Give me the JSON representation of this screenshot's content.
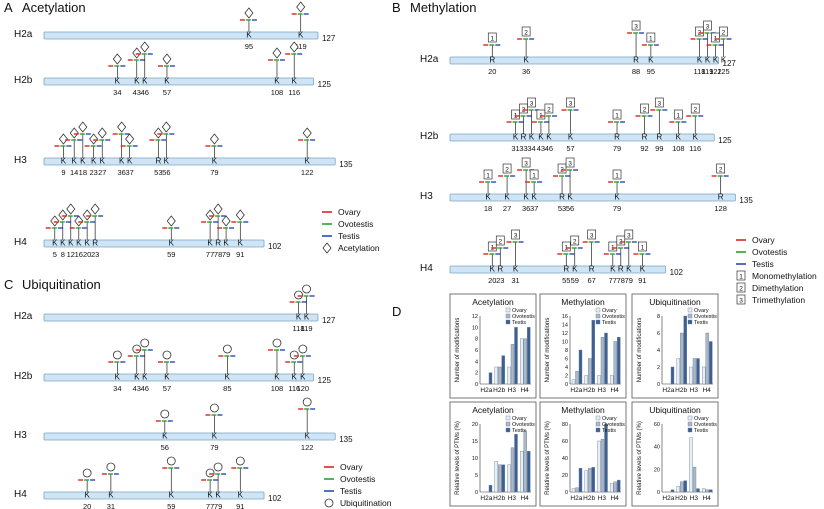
{
  "colors": {
    "ovary": "#d62728",
    "ovotestis": "#2ca02c",
    "testis": "#2b4bb0",
    "bar": "#cfe4f4",
    "bar_edge": "#7aa7c7",
    "chart_ovary": "#e8eef5",
    "chart_ovotestis": "#aab8c8",
    "chart_testis": "#3d5f93"
  },
  "panelA": {
    "letter": "A",
    "title": "Acetylation",
    "tracks": [
      {
        "name": "H2a",
        "end": "127",
        "sites": [
          {
            "aa": "K",
            "pos": "95"
          },
          {
            "aa": "K",
            "pos": "119"
          }
        ]
      },
      {
        "name": "H2b",
        "end": "125",
        "sites": [
          {
            "aa": "K",
            "pos": "34"
          },
          {
            "aa": "K",
            "pos": "43"
          },
          {
            "aa": "K",
            "pos": "46"
          },
          {
            "aa": "K",
            "pos": "57"
          },
          {
            "aa": "K",
            "pos": "108"
          },
          {
            "aa": "K",
            "pos": "116"
          }
        ]
      },
      {
        "name": "H3",
        "end": "135",
        "sites": [
          {
            "aa": "K",
            "pos": "9"
          },
          {
            "aa": "K",
            "pos": "14"
          },
          {
            "aa": "K",
            "pos": "18"
          },
          {
            "aa": "K",
            "pos": "23"
          },
          {
            "aa": "K",
            "pos": "27"
          },
          {
            "aa": "K",
            "pos": "36"
          },
          {
            "aa": "K",
            "pos": "37"
          },
          {
            "aa": "R",
            "pos": "53"
          },
          {
            "aa": "K",
            "pos": "56"
          },
          {
            "aa": "K",
            "pos": "79"
          },
          {
            "aa": "K",
            "pos": "122"
          }
        ]
      },
      {
        "name": "H4",
        "end": "102",
        "sites": [
          {
            "aa": "K",
            "pos": "5"
          },
          {
            "aa": "K",
            "pos": "8"
          },
          {
            "aa": "K",
            "pos": "12"
          },
          {
            "aa": "K",
            "pos": "16"
          },
          {
            "aa": "K",
            "pos": "20"
          },
          {
            "aa": "R",
            "pos": "23"
          },
          {
            "aa": "K",
            "pos": "59"
          },
          {
            "aa": "K",
            "pos": "77"
          },
          {
            "aa": "R",
            "pos": "78"
          },
          {
            "aa": "K",
            "pos": "79"
          },
          {
            "aa": "K",
            "pos": "91"
          }
        ]
      }
    ],
    "legend": [
      "Ovary",
      "Ovotestis",
      "Testis",
      "Acetylation"
    ]
  },
  "panelB": {
    "letter": "B",
    "title": "Methylation",
    "tracks": [
      {
        "name": "H2a",
        "end": "127",
        "sites": [
          {
            "aa": "R",
            "pos": "20"
          },
          {
            "aa": "K",
            "pos": "36"
          },
          {
            "aa": "R",
            "pos": "88"
          },
          {
            "aa": "K",
            "pos": "95"
          },
          {
            "aa": "K",
            "pos": "118"
          },
          {
            "aa": "K",
            "pos": "119"
          },
          {
            "aa": "K",
            "pos": "122"
          },
          {
            "aa": "K",
            "pos": "125"
          }
        ]
      },
      {
        "name": "H2b",
        "end": "125",
        "sites": [
          {
            "aa": "K",
            "pos": "31"
          },
          {
            "aa": "R",
            "pos": "33"
          },
          {
            "aa": "K",
            "pos": "34"
          },
          {
            "aa": "K",
            "pos": "43"
          },
          {
            "aa": "K",
            "pos": "46"
          },
          {
            "aa": "K",
            "pos": "57"
          },
          {
            "aa": "R",
            "pos": "79"
          },
          {
            "aa": "R",
            "pos": "92"
          },
          {
            "aa": "R",
            "pos": "99"
          },
          {
            "aa": "K",
            "pos": "108"
          },
          {
            "aa": "K",
            "pos": "116"
          }
        ]
      },
      {
        "name": "H3",
        "end": "135",
        "sites": [
          {
            "aa": "K",
            "pos": "18"
          },
          {
            "aa": "K",
            "pos": "27"
          },
          {
            "aa": "K",
            "pos": "36"
          },
          {
            "aa": "K",
            "pos": "37"
          },
          {
            "aa": "R",
            "pos": "53"
          },
          {
            "aa": "K",
            "pos": "56"
          },
          {
            "aa": "K",
            "pos": "79"
          },
          {
            "aa": "R",
            "pos": "128"
          }
        ]
      },
      {
        "name": "H4",
        "end": "102",
        "sites": [
          {
            "aa": "K",
            "pos": "20"
          },
          {
            "aa": "R",
            "pos": "23"
          },
          {
            "aa": "K",
            "pos": "31"
          },
          {
            "aa": "R",
            "pos": "55"
          },
          {
            "aa": "K",
            "pos": "59"
          },
          {
            "aa": "R",
            "pos": "67"
          },
          {
            "aa": "K",
            "pos": "77"
          },
          {
            "aa": "R",
            "pos": "78"
          },
          {
            "aa": "K",
            "pos": "79"
          },
          {
            "aa": "K",
            "pos": "91"
          }
        ]
      }
    ],
    "legend": [
      "Ovary",
      "Ovotestis",
      "Testis",
      "Monomethylation",
      "Dimethylation",
      "Trimethylation"
    ],
    "legend_marks": [
      "1",
      "2",
      "3"
    ]
  },
  "panelC": {
    "letter": "C",
    "title": "Ubiquitination",
    "tracks": [
      {
        "name": "H2a",
        "end": "127",
        "sites": [
          {
            "aa": "K",
            "pos": "118"
          },
          {
            "aa": "K",
            "pos": "119"
          }
        ]
      },
      {
        "name": "H2b",
        "end": "125",
        "sites": [
          {
            "aa": "K",
            "pos": "34"
          },
          {
            "aa": "K",
            "pos": "43"
          },
          {
            "aa": "K",
            "pos": "46"
          },
          {
            "aa": "K",
            "pos": "57"
          },
          {
            "aa": "K",
            "pos": "85"
          },
          {
            "aa": "K",
            "pos": "108"
          },
          {
            "aa": "K",
            "pos": "116"
          },
          {
            "aa": "K",
            "pos": "120"
          }
        ]
      },
      {
        "name": "H3",
        "end": "135",
        "sites": [
          {
            "aa": "K",
            "pos": "56"
          },
          {
            "aa": "K",
            "pos": "79"
          },
          {
            "aa": "K",
            "pos": "122"
          }
        ]
      },
      {
        "name": "H4",
        "end": "102",
        "sites": [
          {
            "aa": "K",
            "pos": "20"
          },
          {
            "aa": "K",
            "pos": "31"
          },
          {
            "aa": "K",
            "pos": "59"
          },
          {
            "aa": "K",
            "pos": "77"
          },
          {
            "aa": "K",
            "pos": "79"
          },
          {
            "aa": "K",
            "pos": "91"
          }
        ]
      }
    ],
    "legend": [
      "Ovary",
      "Ovotestis",
      "Testis",
      "Ubiquitination"
    ]
  },
  "panelD": {
    "letter": "D",
    "charts": [
      {
        "title": "Acetylation",
        "ylabel": "Number of modifications",
        "ymax": 12,
        "ticks": [
          "0",
          "2",
          "4",
          "6",
          "8",
          "10",
          "12"
        ],
        "categories": [
          "H2a",
          "H2b",
          "H3",
          "H4"
        ],
        "series": [
          {
            "name": "Ovary",
            "values": [
              0,
              3,
              3,
              8
            ]
          },
          {
            "name": "Ovotestis",
            "values": [
              0,
              3,
              7,
              8
            ]
          },
          {
            "name": "Testis",
            "values": [
              2,
              5,
              10,
              10
            ]
          }
        ]
      },
      {
        "title": "Methylation",
        "ylabel": "Number of modifications",
        "ymax": 16,
        "ticks": [
          "0",
          "2",
          "4",
          "6",
          "8",
          "10",
          "12",
          "14",
          "16"
        ],
        "categories": [
          "H2a",
          "H2b",
          "H3",
          "H4"
        ],
        "series": [
          {
            "name": "Ovary",
            "values": [
              1,
              2,
              2,
              2
            ]
          },
          {
            "name": "Ovotestis",
            "values": [
              3,
              6,
              11,
              10
            ]
          },
          {
            "name": "Testis",
            "values": [
              8,
              15,
              12,
              11
            ]
          }
        ]
      },
      {
        "title": "Ubiquitination",
        "ylabel": "Number of modifications",
        "ymax": 8,
        "ticks": [
          "0",
          "2",
          "4",
          "6",
          "8"
        ],
        "categories": [
          "H2a",
          "H2b",
          "H3",
          "H4"
        ],
        "series": [
          {
            "name": "Ovary",
            "values": [
              0,
              3,
              2,
              2
            ]
          },
          {
            "name": "Ovotestis",
            "values": [
              0,
              6,
              3,
              6
            ]
          },
          {
            "name": "Testis",
            "values": [
              2,
              8,
              3,
              5
            ]
          }
        ]
      },
      {
        "title": "Acetylation",
        "ylabel": "Relative levels of PTMs (%)",
        "ymax": 20,
        "ticks": [
          "0",
          "5",
          "10",
          "15",
          "20"
        ],
        "categories": [
          "H2a",
          "H2b",
          "H3",
          "H4"
        ],
        "series": [
          {
            "name": "Ovary",
            "values": [
              0,
              9,
              8,
              12
            ]
          },
          {
            "name": "Ovotestis",
            "values": [
              0,
              8,
              13,
              18
            ]
          },
          {
            "name": "Testis",
            "values": [
              2,
              8,
              17,
              12
            ]
          }
        ]
      },
      {
        "title": "Methylation",
        "ylabel": "Relative levels of PTMs (%)",
        "ymax": 80,
        "ticks": [
          "0",
          "20",
          "40",
          "60",
          "80"
        ],
        "categories": [
          "H2a",
          "H2b",
          "H3",
          "H4"
        ],
        "series": [
          {
            "name": "Ovary",
            "values": [
              4,
              25,
              60,
              10
            ]
          },
          {
            "name": "Ovotestis",
            "values": [
              5,
              28,
              62,
              12
            ]
          },
          {
            "name": "Testis",
            "values": [
              28,
              29,
              80,
              14
            ]
          }
        ]
      },
      {
        "title": "Ubiquitination",
        "ylabel": "Relative levels of PTMs (%)",
        "ymax": 60,
        "ticks": [
          "0",
          "20",
          "40",
          "60"
        ],
        "categories": [
          "H2a",
          "H2b",
          "H3",
          "H4"
        ],
        "series": [
          {
            "name": "Ovary",
            "values": [
              0,
              5,
              48,
              3
            ]
          },
          {
            "name": "Ovotestis",
            "values": [
              0,
              9,
              22,
              2
            ]
          },
          {
            "name": "Testis",
            "values": [
              2,
              10,
              3,
              2
            ]
          }
        ]
      }
    ]
  },
  "chart_data": [
    {
      "type": "bar",
      "title": "Acetylation",
      "ylabel": "Number of modifications",
      "categories": [
        "H2a",
        "H2b",
        "H3",
        "H4"
      ],
      "series": [
        {
          "name": "Ovary",
          "values": [
            0,
            3,
            3,
            8
          ]
        },
        {
          "name": "Ovotestis",
          "values": [
            0,
            3,
            7,
            8
          ]
        },
        {
          "name": "Testis",
          "values": [
            2,
            5,
            10,
            10
          ]
        }
      ],
      "ylim": [
        0,
        12
      ]
    },
    {
      "type": "bar",
      "title": "Methylation",
      "ylabel": "Number of modifications",
      "categories": [
        "H2a",
        "H2b",
        "H3",
        "H4"
      ],
      "series": [
        {
          "name": "Ovary",
          "values": [
            1,
            2,
            2,
            2
          ]
        },
        {
          "name": "Ovotestis",
          "values": [
            3,
            6,
            11,
            10
          ]
        },
        {
          "name": "Testis",
          "values": [
            8,
            15,
            12,
            11
          ]
        }
      ],
      "ylim": [
        0,
        16
      ]
    },
    {
      "type": "bar",
      "title": "Ubiquitination",
      "ylabel": "Number of modifications",
      "categories": [
        "H2a",
        "H2b",
        "H3",
        "H4"
      ],
      "series": [
        {
          "name": "Ovary",
          "values": [
            0,
            3,
            2,
            2
          ]
        },
        {
          "name": "Ovotestis",
          "values": [
            0,
            6,
            3,
            6
          ]
        },
        {
          "name": "Testis",
          "values": [
            2,
            8,
            3,
            5
          ]
        }
      ],
      "ylim": [
        0,
        8
      ]
    },
    {
      "type": "bar",
      "title": "Acetylation",
      "ylabel": "Relative levels of PTMs (%)",
      "categories": [
        "H2a",
        "H2b",
        "H3",
        "H4"
      ],
      "series": [
        {
          "name": "Ovary",
          "values": [
            0,
            9,
            8,
            12
          ]
        },
        {
          "name": "Ovotestis",
          "values": [
            0,
            8,
            13,
            18
          ]
        },
        {
          "name": "Testis",
          "values": [
            2,
            8,
            17,
            12
          ]
        }
      ],
      "ylim": [
        0,
        20
      ]
    },
    {
      "type": "bar",
      "title": "Methylation",
      "ylabel": "Relative levels of PTMs (%)",
      "categories": [
        "H2a",
        "H2b",
        "H3",
        "H4"
      ],
      "series": [
        {
          "name": "Ovary",
          "values": [
            4,
            25,
            60,
            10
          ]
        },
        {
          "name": "Ovotestis",
          "values": [
            5,
            28,
            62,
            12
          ]
        },
        {
          "name": "Testis",
          "values": [
            28,
            29,
            80,
            14
          ]
        }
      ],
      "ylim": [
        0,
        80
      ]
    },
    {
      "type": "bar",
      "title": "Ubiquitination",
      "ylabel": "Relative levels of PTMs (%)",
      "categories": [
        "H2a",
        "H2b",
        "H3",
        "H4"
      ],
      "series": [
        {
          "name": "Ovary",
          "values": [
            0,
            5,
            48,
            3
          ]
        },
        {
          "name": "Ovotestis",
          "values": [
            0,
            9,
            22,
            2
          ]
        },
        {
          "name": "Testis",
          "values": [
            2,
            10,
            3,
            2
          ]
        }
      ],
      "ylim": [
        0,
        60
      ]
    }
  ]
}
